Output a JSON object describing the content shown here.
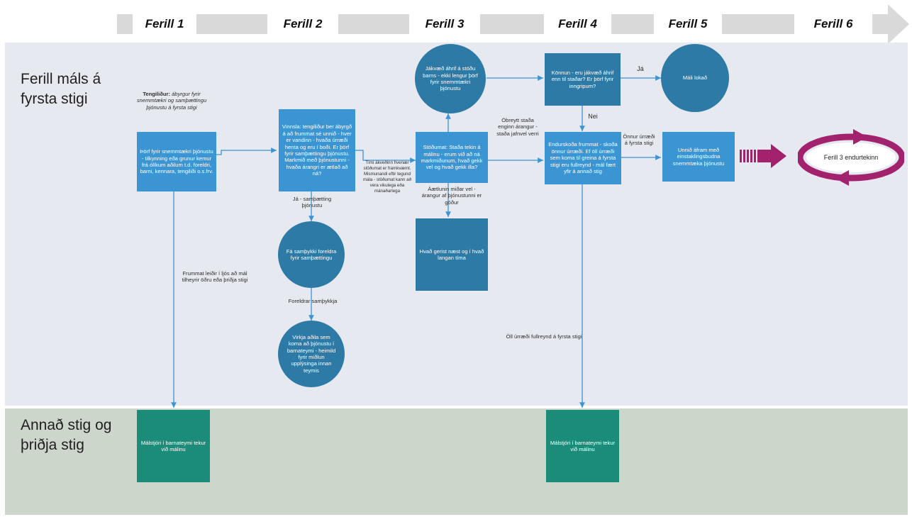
{
  "phases": [
    "Ferill 1",
    "Ferill 2",
    "Ferill 3",
    "Ferill 4",
    "Ferill 5",
    "Ferill 6"
  ],
  "lanes": {
    "first": "Ferill máls á fyrsta stigi",
    "second": "Annað stig og þriðja stig"
  },
  "contact_note": {
    "prefix": "Tengiliður:",
    "rest": " ábyrgur fyrir snemmtækri og samþættingu þjónustu á fyrsta stigi"
  },
  "boxes": {
    "need": "Þörf fyrir snemmtækri þjónustu - tilkynning eða grunur kemur frá ólíkum aðilum t.d. foreldri, barni, kennara, tengiliði o.s.frv.",
    "process": "Vinnsla: tengiliður ber ábyrgð á að frummat sé unnið - hver er vandinn - hvaða úrræði henta og eru í boði. Er þörf fyrir samþættingu þjónustu. Markmið með þjónustunni - hvaða árangri er ætlað að ná?",
    "status": "Stöðumat: Staða tekin á málinu - erum við að ná markmiðunum, hvað gekk vel og  hvað gekk illa?",
    "next": "Hvað gerist næst og í hvað langan tíma",
    "survey": "Könnun - eru jákvæð áhrif enn til staðar? Er þörf fyrir inngripum?",
    "review": "Endurskoða frummat - skoða önnur úrræði. Ef öll úrræði sem koma til greina á fyrsta stigi eru fullreynd - mál fært yfir á annað stig",
    "continue": "Unnið áfram með einstaklingsbudna snemmtæka þjónustu",
    "manager1": "Málstjóri í barnateymi tekur við málinu",
    "manager2": "Málstjóri í barnateymi tekur við málinu"
  },
  "circles": {
    "consent": "Fá samþykki foreldra fyrir samþættingu",
    "activate": "Virkja aðila sem koma að þjónustu í barnateymi - heimild fyrir miðlun upplýsinga innan teymis",
    "positive": "Jákvæð áhrif á stöðu barns - ekki lengur þörf fyrir snemmtækri þjónustu",
    "closed": "Máli lokað",
    "repeat": "Ferill 3 endurtekinn"
  },
  "labels": {
    "yes_integration": "Já - samþætting þjónustu",
    "parents_agree": "Foreldrar samþykkja",
    "timing": "Tími ákveðinn hvenær stöðumat er framkvæmt. Mismunandi eftir tegund mála - stöðumat kann að vera vikulega eða mánaðarlega",
    "plan_ok": "Áætlunin miðar vel - árangur af þjónustunni er góður",
    "unchanged": "Óbreytt staða enginn árangur - staða jafnvel verri",
    "yes": "Já",
    "no": "Nei",
    "other_options": "Önnur úrræði á fyrsta stigi",
    "all_tried": "Öll úrræði fullreynd á fyrsta stigi",
    "assessment_leads": "Frummat leiðir í ljós að mál tilheyrir öðru eða þriðja stigi"
  },
  "colors": {
    "lane1": "#e6e9f0",
    "lane2": "#cdd6cb",
    "box_blue": "#3b95d3",
    "box_dark": "#2c7aa5",
    "box_teal": "#1c8c7a",
    "repeat_magenta": "#a3226e"
  }
}
